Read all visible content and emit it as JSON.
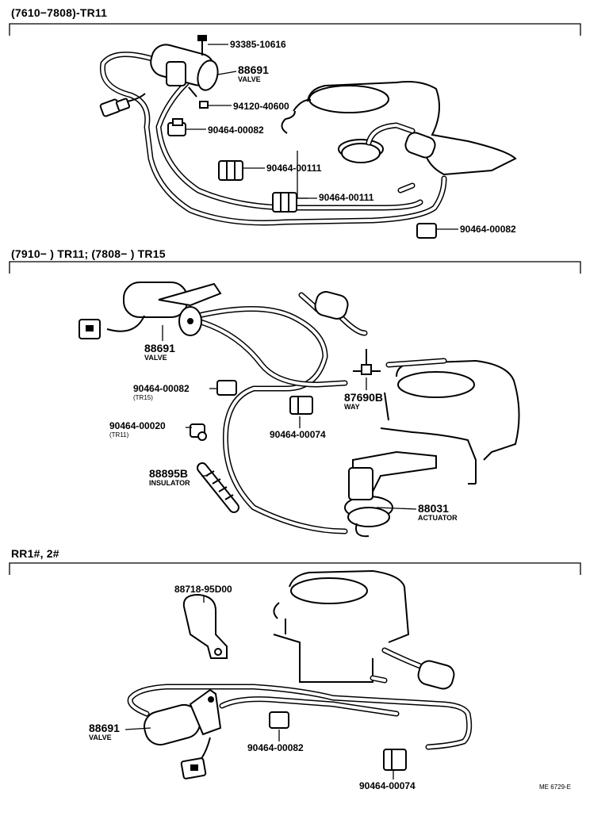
{
  "sections": [
    {
      "header": "(7610−7808)-TR11",
      "labels": {
        "p1": "93385-10616",
        "p2": "88691",
        "p2_name": "VALVE",
        "p3": "94120-40600",
        "p4": "90464-00082",
        "p5": "90464-00111",
        "p6": "90464-00111",
        "p7": "90464-00082"
      }
    },
    {
      "header": "(7910−        ) TR11; (7808−          ) TR15",
      "labels": {
        "valve": "88691",
        "valve_name": "VALVE",
        "clip1": "90464-00082",
        "clip1_note": "(TR15)",
        "clip2": "90464-00020",
        "clip2_note": "(TR11)",
        "insulator": "88895B",
        "insulator_name": "INSULATOR",
        "way": "87690B",
        "way_name": "WAY",
        "clip3": "90464-00074",
        "actuator": "88031",
        "actuator_name": "ACTUATOR"
      }
    },
    {
      "header": "RR1#, 2#",
      "labels": {
        "bracket": "88718-95D00",
        "valve": "88691",
        "valve_name": "VALVE",
        "clip1": "90464-00082",
        "clip2": "90464-00074"
      }
    }
  ],
  "footer_code": "ME 6729-E"
}
